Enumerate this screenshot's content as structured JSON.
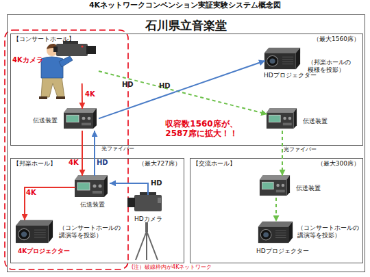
{
  "diagram": {
    "title": "4Kネットワークコンベンション実証実験システム概念図",
    "nodes": [
      {
        "text": [
          "石川県立音楽堂"
        ]
      },
      {
        "text": [
          "【コンサートホール】",
          "（最大1560席）"
        ],
        "in": 0
      },
      {
        "text": [
          "4Kカメラ"
        ],
        "in": 1
      },
      {
        "text": [
          "伝送装置"
        ],
        "in": 1
      },
      {
        "text": [
          "HDプロジェクター",
          "（邦楽ホールの模様を投影）"
        ],
        "in": 1
      },
      {
        "text": [
          "伝送装置"
        ],
        "in": 1
      },
      {
        "text": [
          "【邦楽ホール】",
          "（最大727席）"
        ],
        "in": 0
      },
      {
        "text": [
          "伝送装置"
        ],
        "in": 6
      },
      {
        "text": [
          "4Kプロジェクター",
          "（コンサートホールの講演等を投影）"
        ],
        "in": 6
      },
      {
        "text": [
          "HDカメラ"
        ],
        "in": 6
      },
      {
        "text": [
          "【交流ホール】",
          "（最大300席）"
        ],
        "in": 0
      },
      {
        "text": [
          "伝送装置"
        ],
        "in": 10
      },
      {
        "text": [
          "HDプロジェクター",
          "（コンサートホールの講演等を投影）"
        ],
        "in": 10
      }
    ],
    "edges": [
      {
        "from": 2,
        "to": 3,
        "arrow": "to",
        "label": "4K"
      },
      {
        "from": 2,
        "to": 5,
        "arrow": "to",
        "label": "HD"
      },
      {
        "from": 3,
        "to": 4,
        "arrow": "to",
        "label": "HD"
      },
      {
        "from": 3,
        "to": 7,
        "arrow": "to",
        "label": "4K"
      },
      {
        "from": 7,
        "to": 3,
        "arrow": "to",
        "label": "HD"
      },
      {
        "from": 7,
        "to": 8,
        "arrow": "to",
        "label": "4K"
      },
      {
        "from": 9,
        "to": 7,
        "arrow": "to",
        "label": "HD"
      },
      {
        "from": 5,
        "to": 11,
        "arrow": "to"
      },
      {
        "from": 11,
        "to": 12,
        "arrow": "to"
      }
    ],
    "labels": [
      "収容数1560席が、 2587席に拡大！！",
      "光ファイバー",
      "光ファイバー",
      "(注）破線枠内が4Kネットワーク"
    ]
  }
}
